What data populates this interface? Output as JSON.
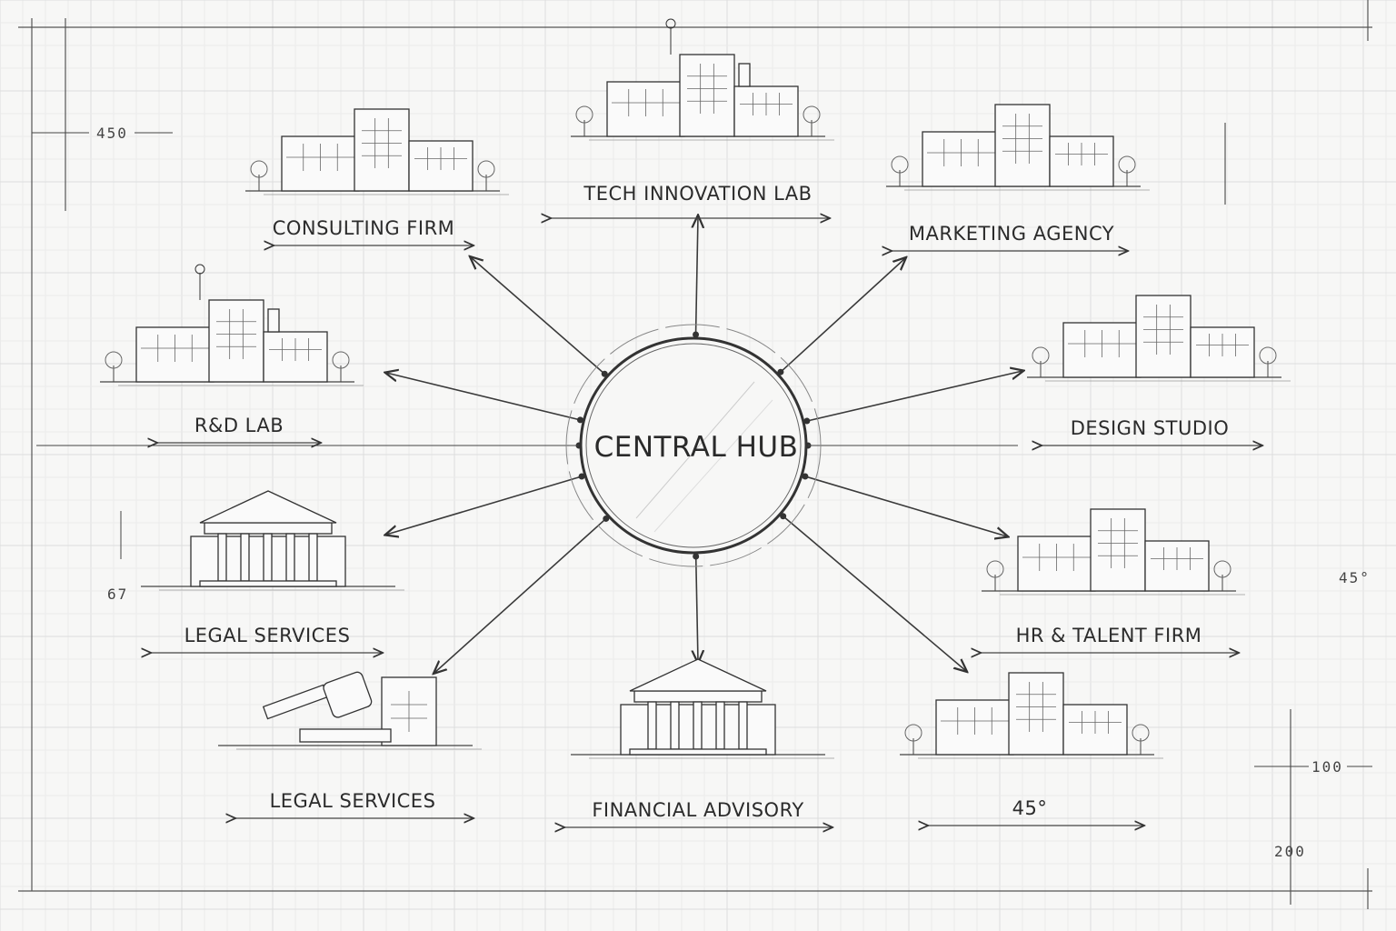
{
  "hub": {
    "label": "CENTRAL HUB"
  },
  "nodes": [
    {
      "id": "consulting-firm",
      "label": "CONSULTING FIRM",
      "building": "modern-office"
    },
    {
      "id": "tech-innovation-lab",
      "label": "TECH INNOVATION LAB",
      "building": "rooftop-lab"
    },
    {
      "id": "marketing-agency",
      "label": "MARKETING AGENCY",
      "building": "angled-office"
    },
    {
      "id": "rd-lab",
      "label": "R&D LAB",
      "building": "industrial-lab"
    },
    {
      "id": "design-studio",
      "label": "DESIGN STUDIO",
      "building": "glass-studio"
    },
    {
      "id": "legal-services",
      "label": "LEGAL SERVICES",
      "building": "columned-courthouse"
    },
    {
      "id": "hr-talent-firm",
      "label": "HR & TALENT FIRM",
      "building": "modern-office"
    },
    {
      "id": "legal-services-2",
      "label": "LEGAL SERVICES",
      "building": "gavel-courthouse"
    },
    {
      "id": "financial-advisory",
      "label": "FINANCIAL ADVISORY",
      "building": "columned-bank"
    },
    {
      "id": "unlabeled-office",
      "label": "45°",
      "building": "modern-office"
    }
  ],
  "dimensions": [
    "450",
    "67",
    "45°",
    "100",
    "200"
  ],
  "colors": {
    "paper": "#f7f7f6",
    "grid": "#e2e3e3",
    "ink": "#3a3a3a"
  }
}
